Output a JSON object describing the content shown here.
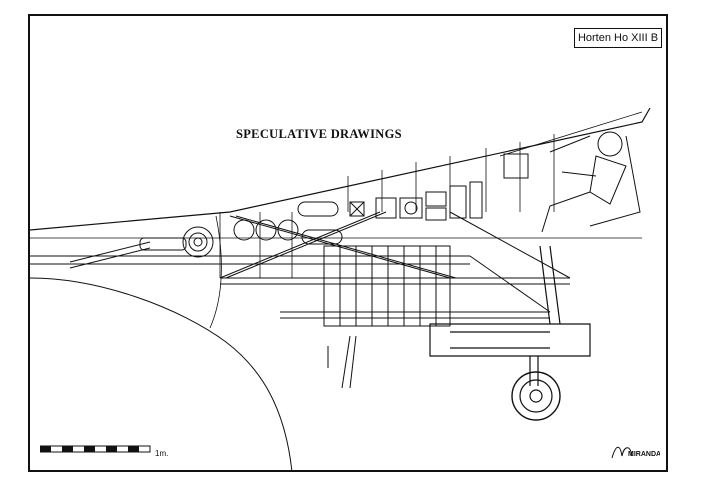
{
  "sheet": {
    "title": "Horten Ho XIII B",
    "caption": "SPECULATIVE DRAWINGS",
    "scale_label": "1m.",
    "signature": "MIRANDA"
  },
  "colors": {
    "ink": "#111111",
    "paper": "#ffffff"
  }
}
